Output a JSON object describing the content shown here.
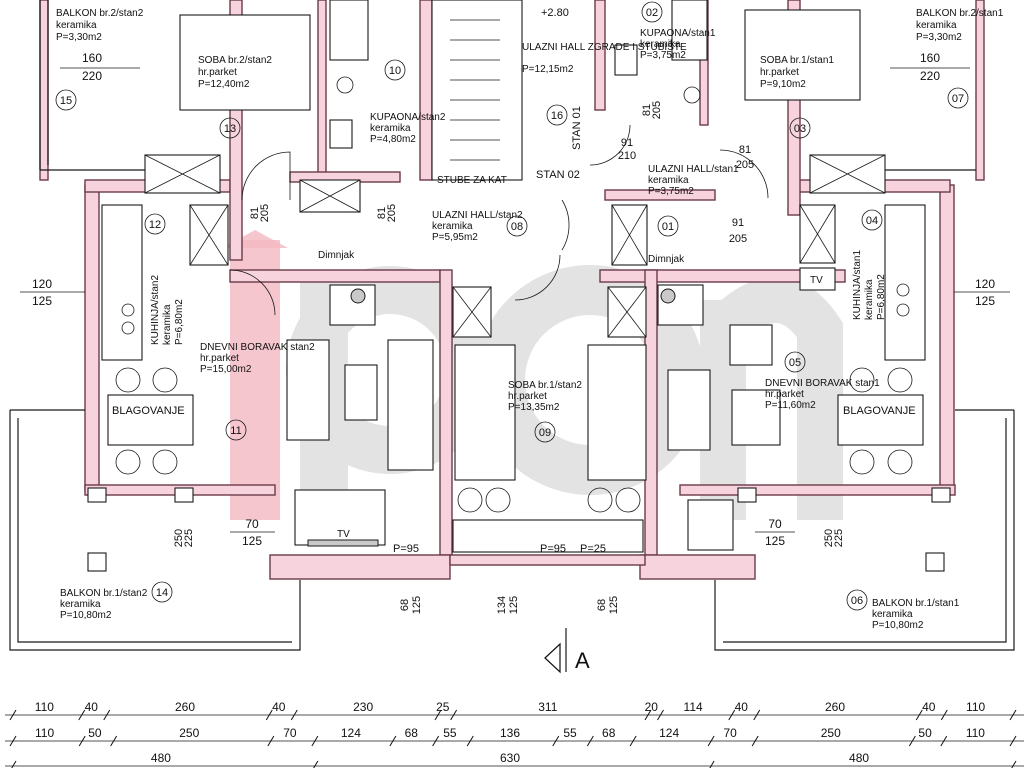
{
  "colors": {
    "wall_fill": "#f6d3dd",
    "wall_stroke": "#6b3a48",
    "watermark_fill": "#e3e3e3",
    "watermark_red": "#f4b8c2",
    "ink": "#111111"
  },
  "watermark": {
    "text": "ipon"
  },
  "level": "+2.80",
  "section_marker": "A",
  "rooms": {
    "r15": {
      "num": "15",
      "name": "BALKON br.2/stan2",
      "floor": "keramika",
      "area": "P=3,30m2"
    },
    "r07": {
      "num": "07",
      "name": "BALKON br.2/stan1",
      "floor": "keramika",
      "area": "P=3,30m2"
    },
    "r13": {
      "num": "13",
      "name": "SOBA br.2/stan2",
      "floor": "hr.parket",
      "area": "P=12,40m2"
    },
    "r03": {
      "num": "03",
      "name": "SOBA br.1/stan1",
      "floor": "hr.parket",
      "area": "P=9,10m2"
    },
    "r10": {
      "num": "10",
      "name": "KUPAONA/stan2",
      "floor": "keramika",
      "area": "P=4,80m2"
    },
    "r02": {
      "num": "02",
      "name": "KUPAONA/stan1",
      "floor": "keramika",
      "area": "P=3,75m2"
    },
    "r16": {
      "num": "16",
      "name": "ULAZNI HALL ZGRADE I STUBIŠTE",
      "floor": "",
      "area": "P=12,15m2"
    },
    "r08": {
      "num": "08",
      "name": "ULAZNI HALL/stan2",
      "floor": "keramika",
      "area": "P=5,95m2"
    },
    "r01": {
      "num": "01",
      "name": "ULAZNI HALL/stan1",
      "floor": "keramika",
      "area": "P=3,75m2"
    },
    "r12": {
      "num": "12",
      "name": "KUHINJA/stan2",
      "floor": "keramika",
      "area": "P=6,80m2"
    },
    "r04": {
      "num": "04",
      "name": "KUHINJA/stan1",
      "floor": "keramika",
      "area": "P=6,80m2"
    },
    "r11": {
      "num": "11",
      "name": "DNEVNI BORAVAK stan2",
      "floor": "hr.parket",
      "area": "P=15,00m2"
    },
    "r09": {
      "num": "09",
      "name": "SOBA br.1/stan2",
      "floor": "hr.parket",
      "area": "P=13,35m2"
    },
    "r05": {
      "num": "05",
      "name": "DNEVNI BORAVAK stan1",
      "floor": "hr.parket",
      "area": "P=11,60m2"
    },
    "r14": {
      "num": "14",
      "name": "BALKON br.1/stan2",
      "floor": "keramika",
      "area": "P=10,80m2"
    },
    "r06": {
      "num": "06",
      "name": "BALKON br.1/stan1",
      "floor": "keramika",
      "area": "P=10,80m2"
    }
  },
  "labels": {
    "blag_left": "BLAGOVANJE",
    "blag_right": "BLAGOVANJE",
    "stan02": "STAN 02",
    "stan01": "STAN 01",
    "stube": "STUBE ZA KAT",
    "dim_block_left": "Dimnjak",
    "dim_block_right": "Dimnjak",
    "tv": "TV",
    "p95": "P=95",
    "p95b": "P=95",
    "p25": "P=25"
  },
  "openings": {
    "w_bed_left": {
      "w": "160",
      "h": "220"
    },
    "w_bed_right": {
      "w": "160",
      "h": "220"
    },
    "w_kitchen_left": {
      "w": "120",
      "h": "125"
    },
    "w_kitchen_right": {
      "w": "120",
      "h": "125"
    },
    "w_living_left": {
      "w": "70",
      "h": "125"
    },
    "w_living_right": {
      "w": "70",
      "h": "125"
    },
    "d_hall": {
      "w": "81",
      "h": "205"
    },
    "d_bath_left": {
      "w": "81",
      "h": "205"
    },
    "d_bath_right": {
      "w": "81",
      "h": "205"
    },
    "d_entry_left": {
      "w": "91",
      "h": "210"
    },
    "d_entry_right": {
      "w": "91",
      "h": "205"
    },
    "d_soba": {
      "w": "81",
      "h": "205"
    },
    "d_balk_left": {
      "w": "250",
      "h": "225"
    },
    "d_balk_right": {
      "w": "250",
      "h": "225"
    },
    "w_south_1": {
      "w": "68",
      "h": "125"
    },
    "w_south_2": {
      "w": "134",
      "h": "125"
    },
    "w_south_3": {
      "w": "68",
      "h": "125"
    }
  },
  "dimensions": {
    "row1": [
      "110",
      "40",
      "260",
      "40",
      "230",
      "25",
      "311",
      "20",
      "114",
      "40",
      "260",
      "40",
      "110"
    ],
    "row2": [
      "110",
      "50",
      "250",
      "70",
      "124",
      "68",
      "55",
      "136",
      "55",
      "68",
      "124",
      "70",
      "250",
      "50",
      "110"
    ],
    "row3": [
      "480",
      "630",
      "480"
    ]
  }
}
